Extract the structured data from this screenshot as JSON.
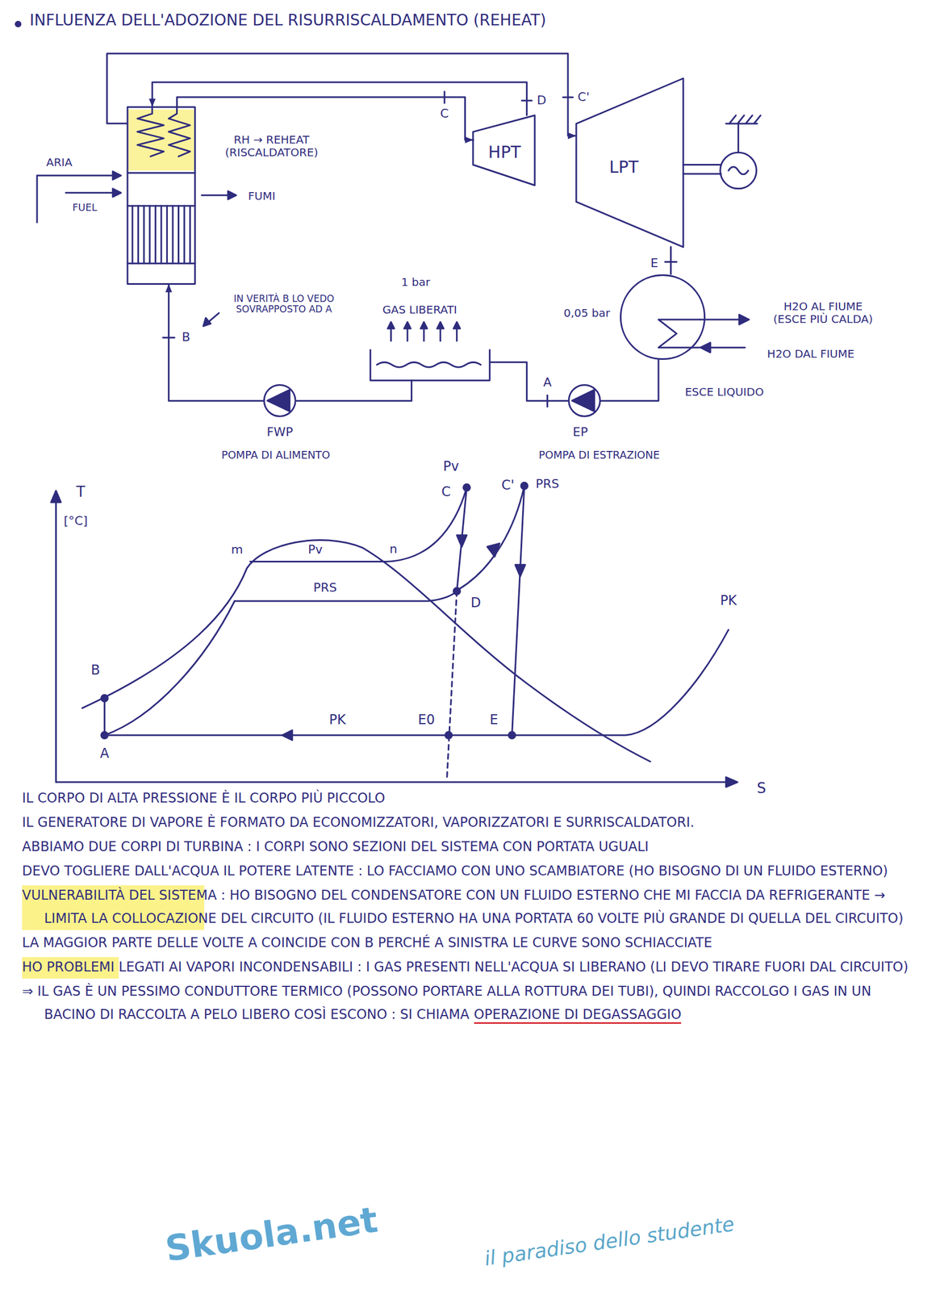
{
  "diagram": {
    "title": "INFLUENZA DELL'ADOZIONE DEL RISURRISCALDAMENTO (REHEAT)",
    "nodes": [
      {
        "text": [
          "RH → REHEAT (RISCALDATORE)"
        ]
      },
      {
        "text": [
          "HPT"
        ]
      },
      {
        "text": [
          "LPT"
        ]
      },
      {
        "text": [
          "0,05 bar"
        ]
      },
      {
        "text": [
          "1 bar",
          "GAS LIBERATI"
        ]
      },
      {
        "text": [
          "FWP",
          "POMPA DI ALIMENTO"
        ]
      },
      {
        "text": [
          "EP",
          "POMPA DI ESTRAZIONE"
        ]
      }
    ],
    "edges": [
      {
        "from": 0,
        "to": 1,
        "arrow": "to",
        "label": "C"
      },
      {
        "from": 1,
        "to": 0,
        "arrow": "to",
        "label": "D"
      },
      {
        "from": 0,
        "to": 2,
        "arrow": "to",
        "label": "C'"
      },
      {
        "from": 2,
        "to": 3,
        "arrow": "none",
        "label": "E"
      },
      {
        "from": 3,
        "to": 6,
        "arrow": "none"
      },
      {
        "from": 6,
        "to": 4,
        "arrow": "none",
        "label": "A"
      },
      {
        "from": 4,
        "to": 5,
        "arrow": "none"
      },
      {
        "from": 5,
        "to": 0,
        "arrow": "to",
        "label": "B"
      }
    ],
    "labels": [
      "ARIA",
      "FUEL",
      "FUMI",
      "IN VERITÀ B LO VEDO SOVRAPPOSTO AD A",
      "H2O AL FIUME (ESCE PIÙ CALDA)",
      "H2O DAL FIUME",
      "ESCE LIQUIDO",
      "T",
      "[°C]",
      "Pv",
      "C",
      "C'",
      "PRS",
      "m",
      "Pv",
      "n",
      "PRS",
      "D",
      "PK",
      "B",
      "A",
      "PK",
      "E0",
      "E",
      "S",
      "IL CORPO DI ALTA PRESSIONE È IL CORPO PIÙ PICCOLO",
      "IL GENERATORE DI VAPORE È FORMATO DA ECONOMIZZATORI, VAPORIZZATORI E SURRISCALDATORI.",
      "ABBIAMO DUE CORPI DI TURBINA : I CORPI SONO SEZIONI DEL SISTEMA CON PORTATA UGUALI",
      "DEVO TOGLIERE DALL'ACQUA IL POTERE LATENTE : LO FACCIAMO CON UNO SCAMBIATORE (HO BISOGNO DI UN FLUIDO ESTERNO)",
      "VULNERABILITÀ DEL SISTEMA : HO BISOGNO DEL CONDENSATORE CON UN FLUIDO ESTERNO CHE MI FACCIA DA REFRIGERANTE → LIMITA LA COLLOCAZIONE DEL CIRCUITO (IL FLUIDO ESTERNO HA UNA PORTATA 60 VOLTE PIÙ GRANDE DI QUELLA DEL CIRCUITO)",
      "LA MAGGIOR PARTE DELLE VOLTE A COINCIDE CON B PERCHÉ A SINISTRA LE CURVE SONO SCHIACCIATE",
      "HO PROBLEMI LEGATI AI VAPORI INCONDENSABILI : I GAS PRESENTI NELL'ACQUA SI LIBERANO (LI DEVO TIRARE FUORI DAL CIRCUITO)",
      "⇒ IL GAS È UN PESSIMO CONDUTTORE TERMICO (POSSONO PORTARE ALLA ROTTURA DEI TUBI), QUINDI RACCOLGO I GAS IN UN BACINO DI RACCOLTA A PELO LIBERO COSÌ ESCONO : SI CHIAMA",
      "OPERAZIONE DI DEGASSAGGIO",
      "Skuola.net",
      "il paradiso dello studente"
    ]
  }
}
